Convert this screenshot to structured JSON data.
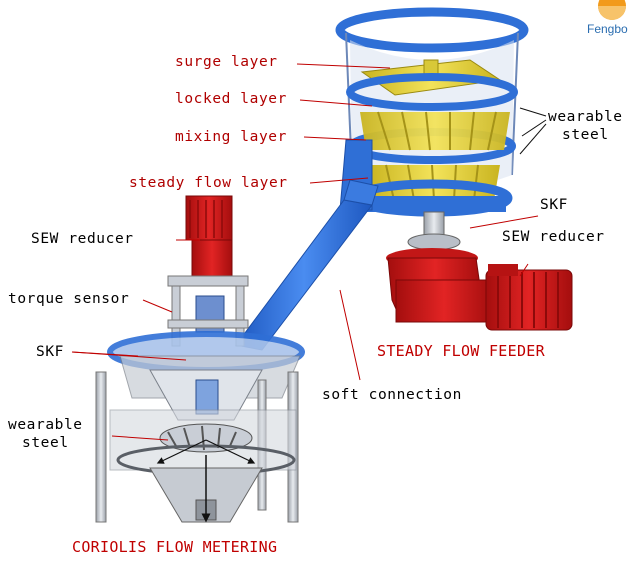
{
  "brand": {
    "name": "Fengbo",
    "colors": {
      "orange": "#f29a1a",
      "blue": "#2a6db0"
    }
  },
  "labels": {
    "surge_layer": "surge layer",
    "locked_layer": "locked layer",
    "mixing_layer": "mixing layer",
    "steady_flow_layer": "steady flow layer",
    "wearable_steel_top_1": "wearable",
    "wearable_steel_top_2": "steel",
    "skf_right": "SKF",
    "sew_reducer_right": "SEW reducer",
    "sew_reducer_left": "SEW reducer",
    "torque_sensor": "torque sensor",
    "skf_left": "SKF",
    "wearable_steel_left_1": "wearable",
    "wearable_steel_left_2": "steel",
    "steady_flow_feeder": "STEADY FLOW FEEDER",
    "soft_connection": "soft connection",
    "coriolis_flow_metering": "CORIOLIS FLOW METERING"
  },
  "colors": {
    "machine_blue": "#2f6fd6",
    "motor_red": "#d11a1a",
    "rotor_yellow": "#e8d43a",
    "label_red": "#b00000"
  }
}
